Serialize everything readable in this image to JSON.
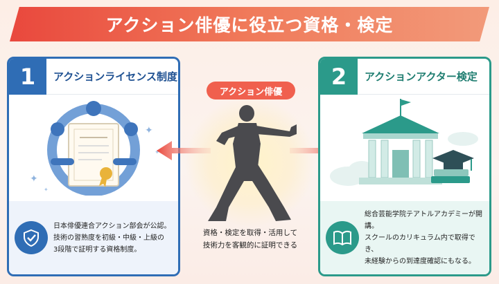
{
  "title": "アクション俳優に役立つ資格・検定",
  "center": {
    "label": "アクション俳優",
    "description_line1": "資格・検定を取得・活用して",
    "description_line2": "技術力を客観的に証明できる"
  },
  "cards": [
    {
      "number": "1",
      "title": "アクションライセンス制度",
      "icon": "shield-check-icon",
      "art": "certificate-circle-of-people",
      "lines": [
        "日本俳優連合アクション部会が公認。",
        "技術の習熟度を初級・中級・上級の",
        "3段階で証明する資格制度。"
      ],
      "accent": "#2f6db5"
    },
    {
      "number": "2",
      "title": "アクションアクター検定",
      "icon": "open-book-icon",
      "art": "school-building-with-graduation-cap",
      "lines": [
        "総合芸能学院テアトルアカデミーが開講。",
        "スクールのカリキュラム内で取得でき、",
        "未経験からの到達度確認にもなる。"
      ],
      "accent": "#2b9a8a"
    }
  ],
  "colors": {
    "banner": "#e9483d",
    "arrow": "#ec5a52"
  }
}
